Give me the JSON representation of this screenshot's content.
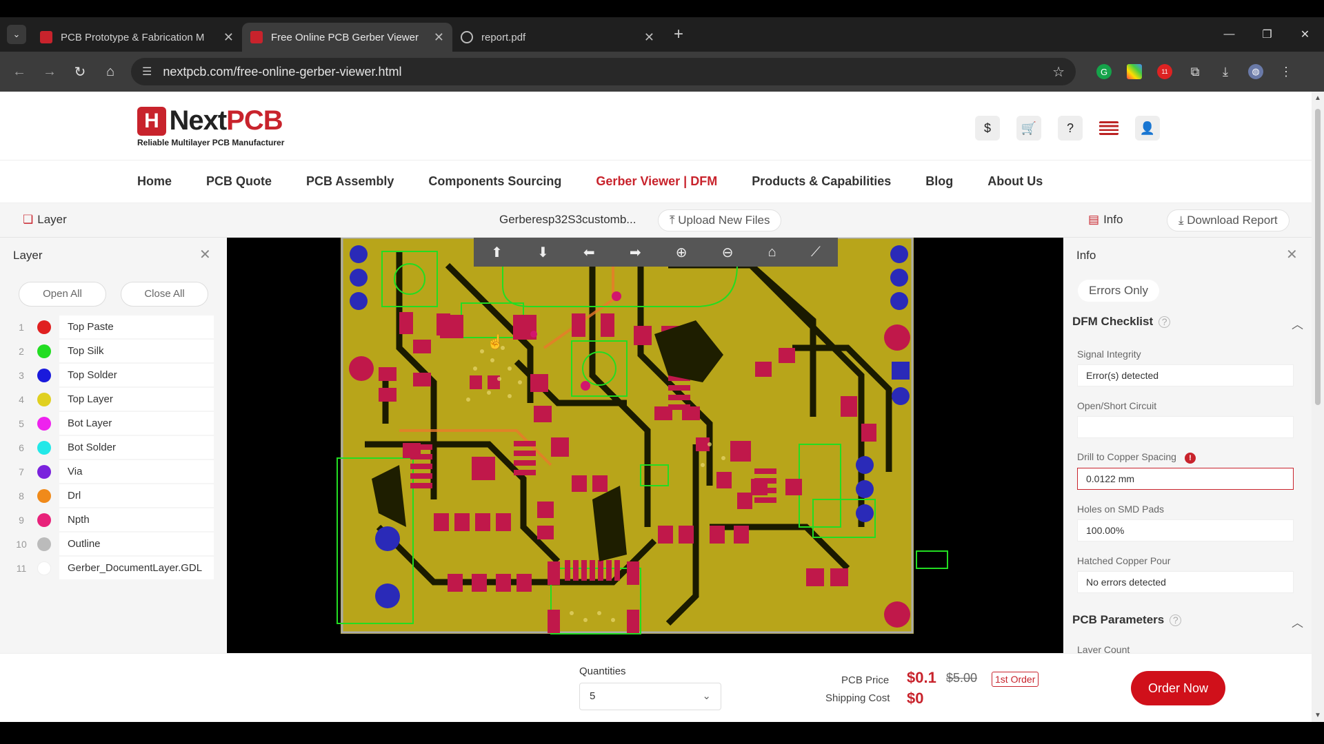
{
  "browser": {
    "tabs": [
      {
        "title": "PCB Prototype & Fabrication M",
        "active": false
      },
      {
        "title": "Free Online PCB Gerber Viewer",
        "active": true
      },
      {
        "title": "report.pdf",
        "active": false
      }
    ],
    "url": "nextpcb.com/free-online-gerber-viewer.html",
    "extension_badge": "11"
  },
  "header": {
    "logo_mark": "H",
    "logo_prefix": "Next",
    "logo_suffix": "PCB",
    "tagline": "Reliable Multilayer PCB Manufacturer",
    "icons": [
      "coupon-icon",
      "cart-icon",
      "help-icon",
      "us-flag-icon",
      "user-icon"
    ]
  },
  "nav": {
    "items": [
      "Home",
      "PCB Quote",
      "PCB Assembly",
      "Components Sourcing",
      "Gerber Viewer | DFM",
      "Products & Capabilities",
      "Blog",
      "About Us"
    ],
    "active_index": 4
  },
  "toolbar": {
    "layer_label": "Layer",
    "file_name": "Gerberesp32S3customb...",
    "upload_label": "Upload New Files",
    "info_label": "Info",
    "download_label": "Download Report"
  },
  "layer_panel": {
    "title": "Layer",
    "open_all": "Open All",
    "close_all": "Close All",
    "layers": [
      {
        "n": "1",
        "name": "Top Paste",
        "color": "#e02020"
      },
      {
        "n": "2",
        "name": "Top Silk",
        "color": "#22dd22"
      },
      {
        "n": "3",
        "name": "Top Solder",
        "color": "#1a1adc"
      },
      {
        "n": "4",
        "name": "Top Layer",
        "color": "#e0d020"
      },
      {
        "n": "5",
        "name": "Bot Layer",
        "color": "#ee22ee"
      },
      {
        "n": "6",
        "name": "Bot Solder",
        "color": "#22e8e8"
      },
      {
        "n": "7",
        "name": "Via",
        "color": "#7a22dd"
      },
      {
        "n": "8",
        "name": "Drl",
        "color": "#f08a1a"
      },
      {
        "n": "9",
        "name": "Npth",
        "color": "#e8227a"
      },
      {
        "n": "10",
        "name": "Outline",
        "color": "#bbbbbb"
      },
      {
        "n": "11",
        "name": "Gerber_DocumentLayer.GDL",
        "color": "#ffffff"
      }
    ]
  },
  "viewer_tools": [
    "arrow-up-icon",
    "arrow-down-icon",
    "arrow-left-icon",
    "arrow-right-icon",
    "zoom-in-icon",
    "zoom-out-icon",
    "home-fit-icon",
    "ruler-icon"
  ],
  "info_panel": {
    "title": "Info",
    "errors_only": "Errors Only",
    "dfm_title": "DFM Checklist",
    "checks": [
      {
        "label": "Signal Integrity",
        "value": "Error(s) detected"
      },
      {
        "label": "Open/Short Circuit",
        "value": ""
      },
      {
        "label": "Drill to Copper Spacing",
        "value": "0.0122 mm"
      },
      {
        "label": "Holes on SMD Pads",
        "value": "100.00%"
      },
      {
        "label": "Hatched Copper Pour",
        "value": "No errors detected"
      }
    ],
    "params_title": "PCB Parameters",
    "params_first": "Layer Count"
  },
  "footer": {
    "quantities_label": "Quantities",
    "quantity": "5",
    "price_label": "PCB Price",
    "price": "$0.1",
    "old_price": "$5.00",
    "badge": "1st Order",
    "shipping_label": "Shipping Cost",
    "shipping": "$0",
    "order_button": "Order Now"
  },
  "colors": {
    "brand_red": "#c8232c",
    "board_yellow": "#b8a51a",
    "pad_red": "#c0184a",
    "silk_green": "#22dd22",
    "solder_blue": "#2222cc"
  }
}
